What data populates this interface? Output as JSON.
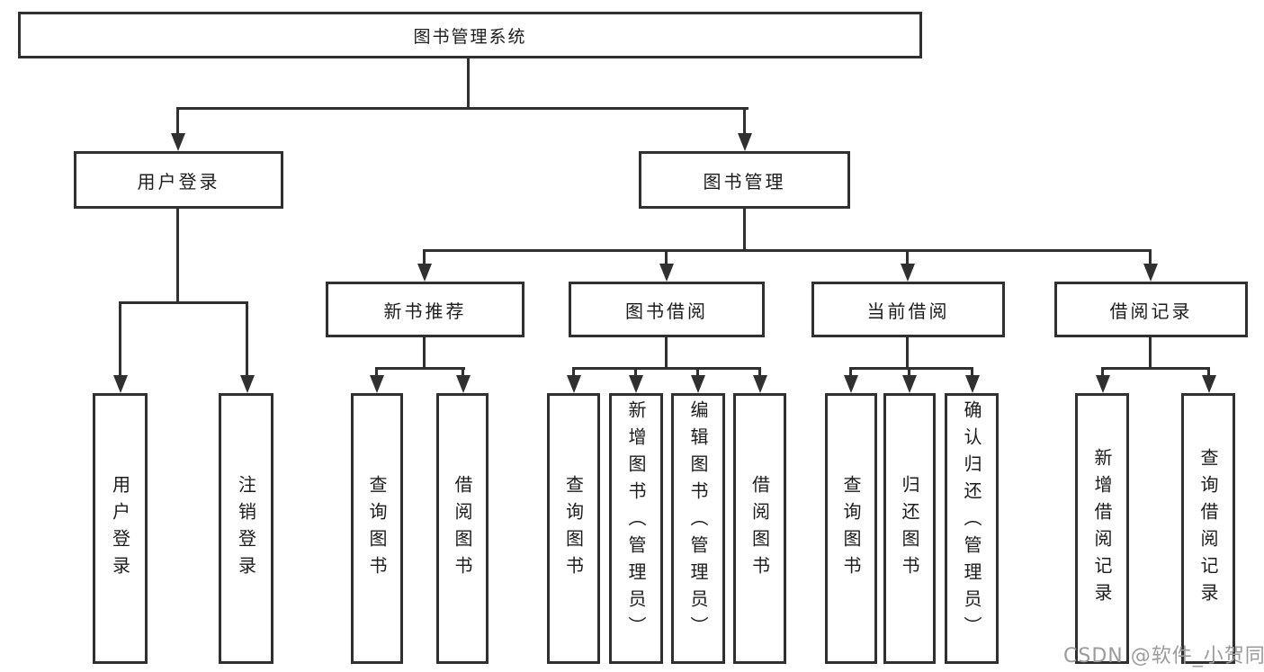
{
  "watermark": "CSDN @软件_小贺同学",
  "colors": {
    "line": "#303030",
    "text": "#1c1c1c",
    "watermark": "#9b9b9b",
    "background": "#ffffff"
  },
  "tree": {
    "root": "图书管理系统",
    "branches": [
      {
        "label": "用户登录",
        "children": [
          "用户登录",
          "注销登录"
        ]
      },
      {
        "label": "图书管理",
        "sections": [
          {
            "label": "新书推荐",
            "children": [
              "查询图书",
              "借阅图书"
            ]
          },
          {
            "label": "图书借阅",
            "children": [
              "查询图书",
              "新增图书（管理员）",
              "编辑图书（管理员）",
              "借阅图书"
            ]
          },
          {
            "label": "当前借阅",
            "children": [
              "查询图书",
              "归还图书",
              "确认归还（管理员）"
            ]
          },
          {
            "label": "借阅记录",
            "children": [
              "新增借阅记录",
              "查询借阅记录"
            ]
          }
        ]
      }
    ]
  }
}
